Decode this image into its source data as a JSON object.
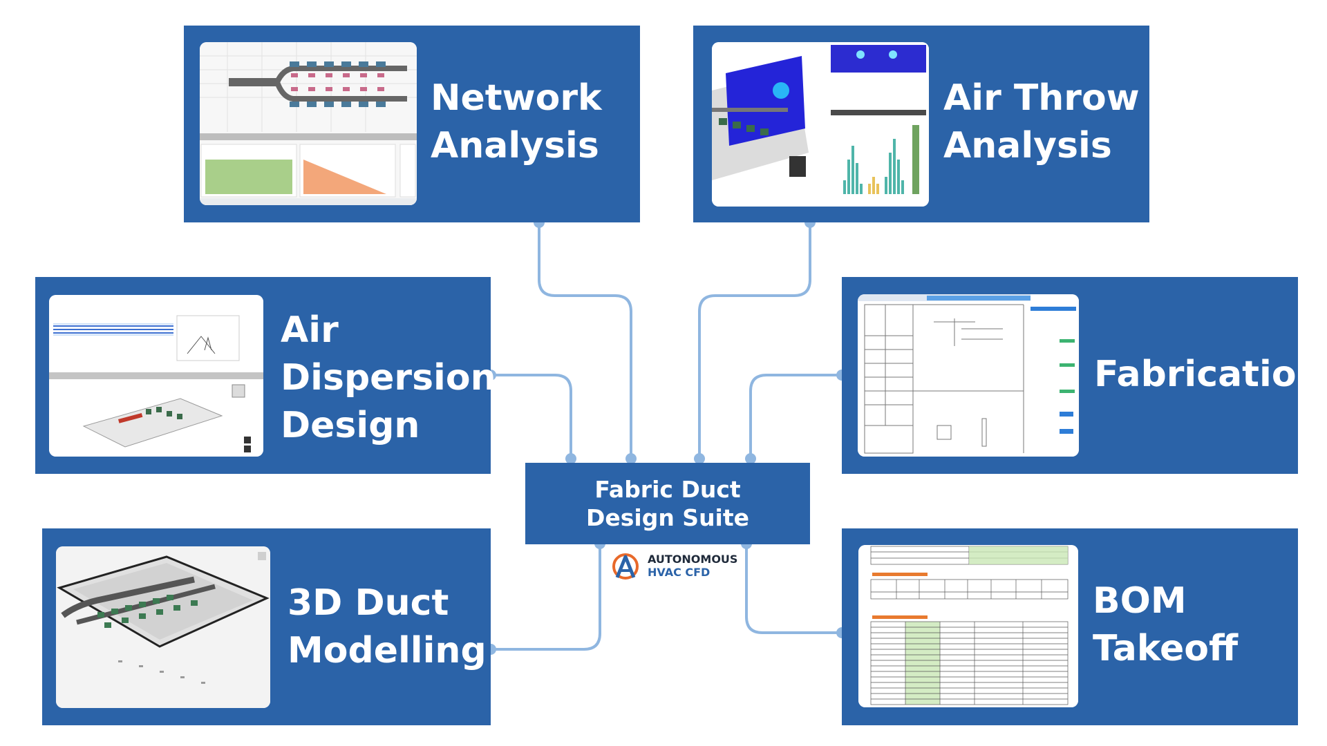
{
  "center": {
    "line1": "Fabric Duct",
    "line2": "Design Suite"
  },
  "logo": {
    "line1": "AUTONOMOUS",
    "line2": "HVAC CFD"
  },
  "modules": {
    "network_analysis": {
      "lines": [
        "Network",
        "Analysis"
      ]
    },
    "air_throw_analysis": {
      "lines": [
        "Air Throw",
        "Analysis"
      ]
    },
    "air_dispersion_design": {
      "lines": [
        "Air",
        "Dispersion",
        "Design"
      ]
    },
    "fabrication": {
      "lines": [
        "Fabrication"
      ]
    },
    "duct_modelling": {
      "lines": [
        "3D Duct",
        "Modelling"
      ]
    },
    "bom_takeoff": {
      "lines": [
        "BOM",
        "Takeoff"
      ]
    }
  },
  "colors": {
    "card": "#2b63a8",
    "connector": "#8fb6e0",
    "logo_orange": "#e8692a",
    "logo_blue": "#2b63a8"
  }
}
